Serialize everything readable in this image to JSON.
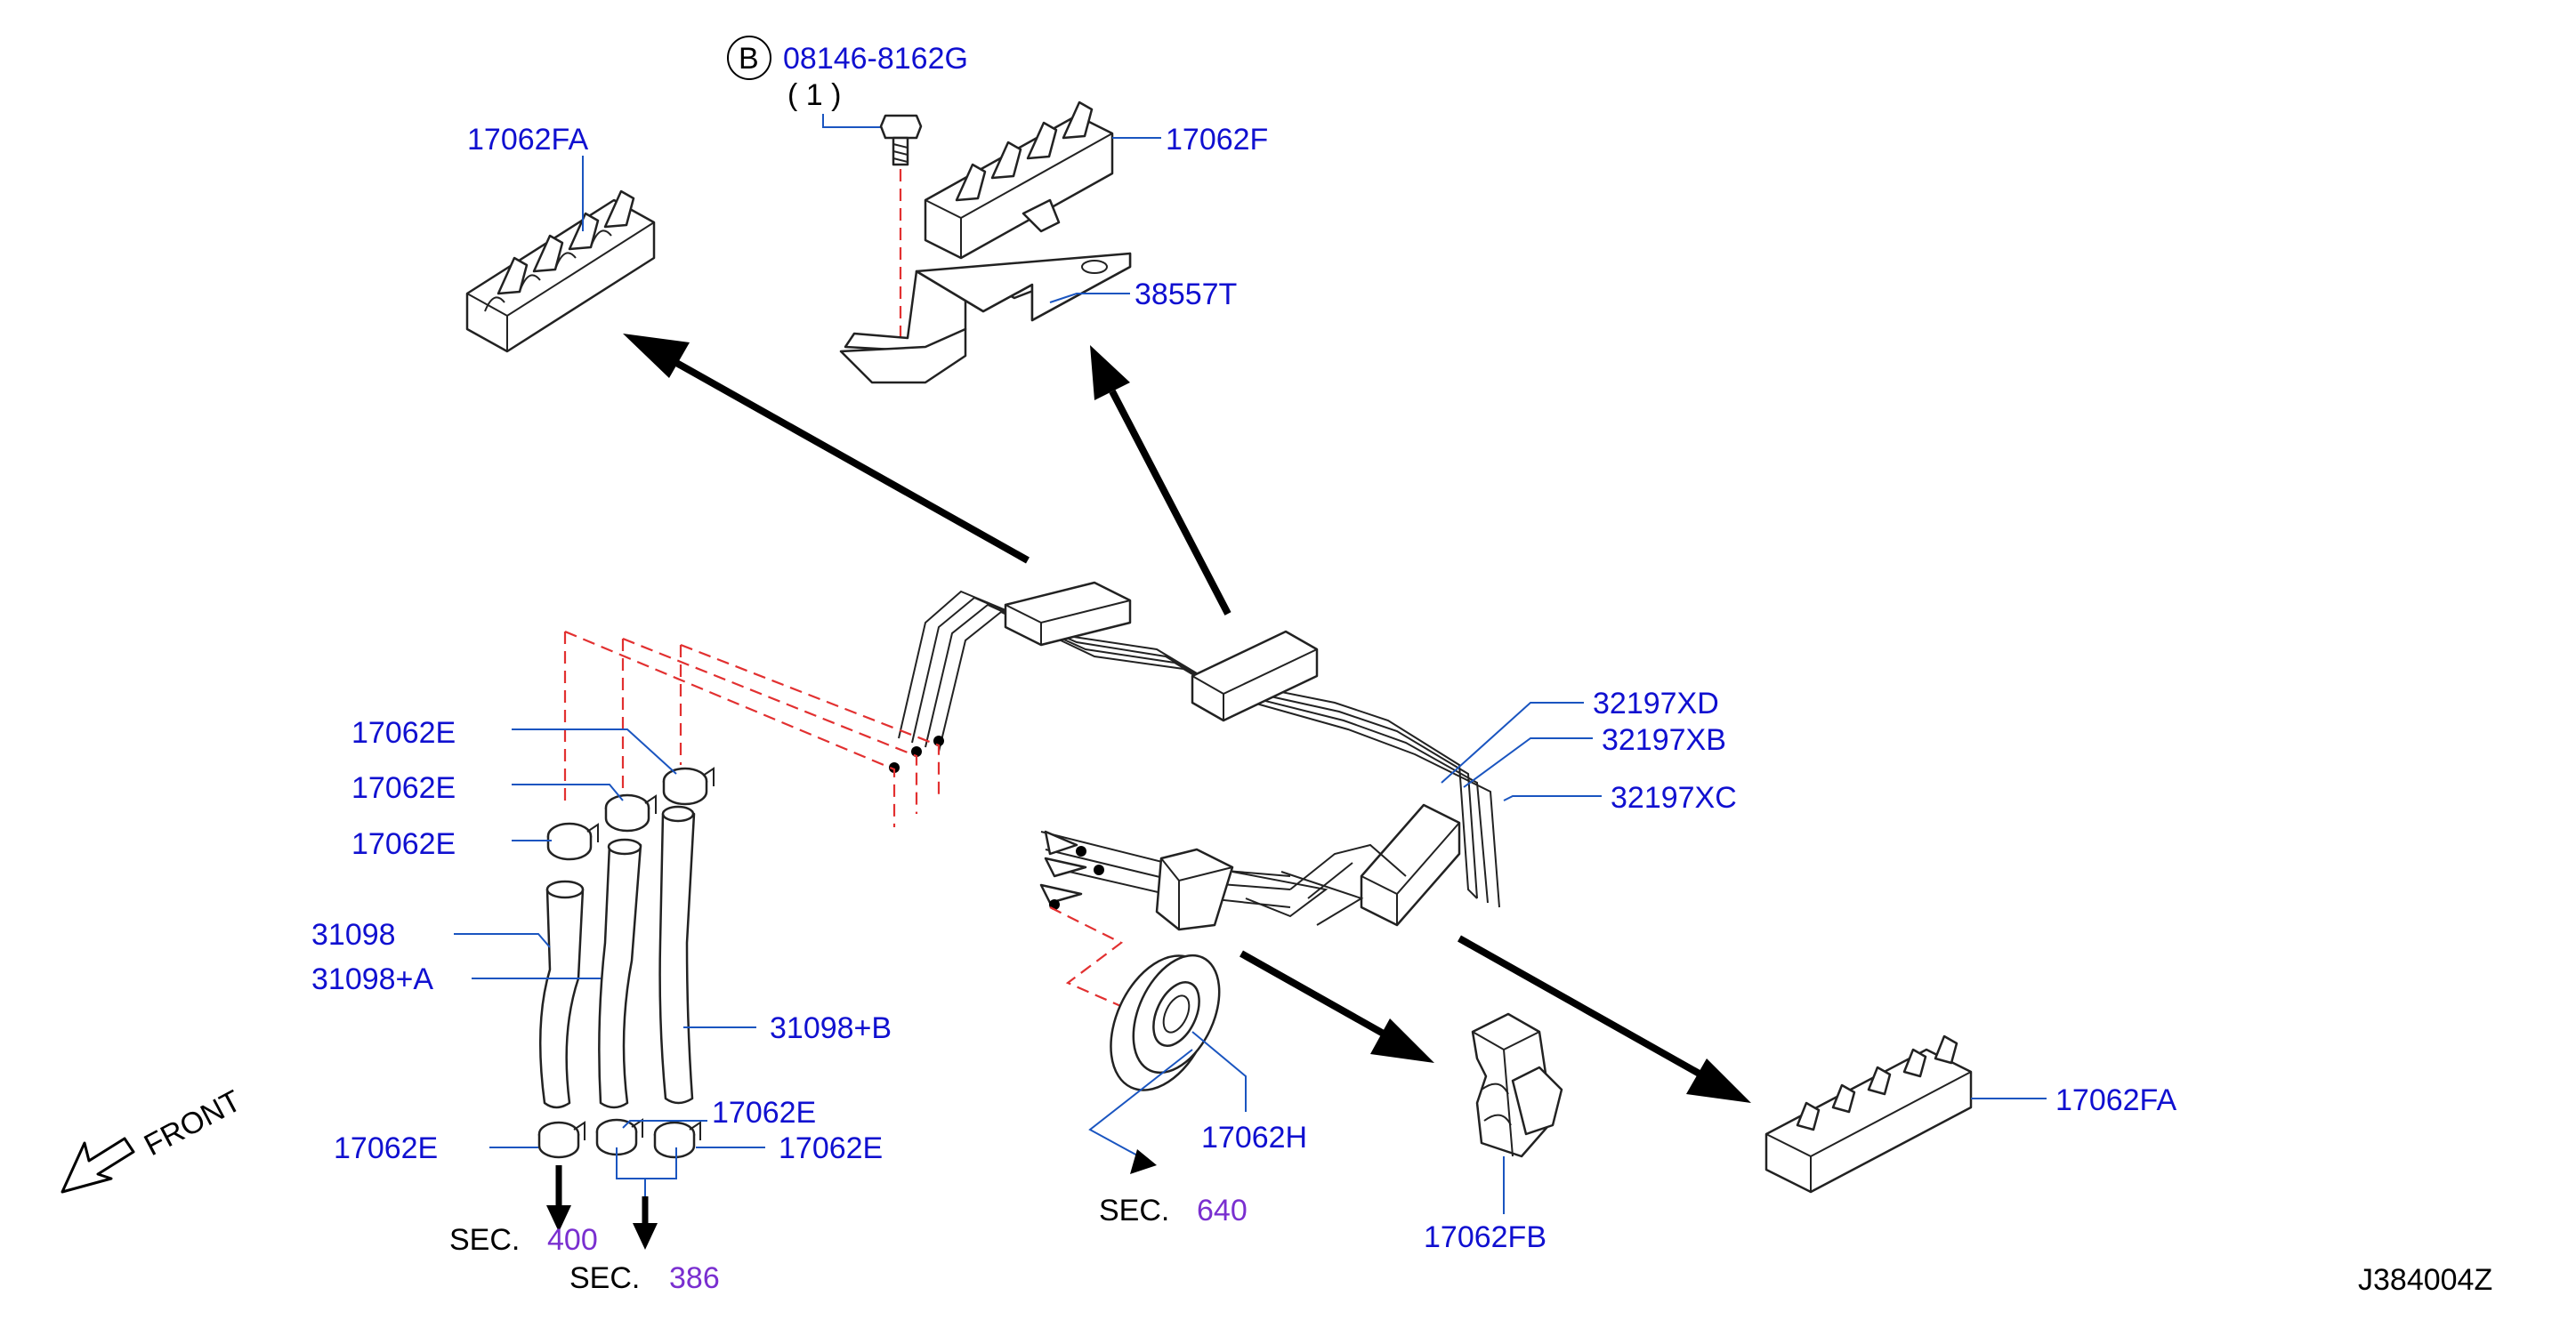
{
  "colors": {
    "label": "#1010d0",
    "leader": "#1a55c0",
    "dashed": "#e23030",
    "section_number": "#7a2fd0",
    "line": "#222222"
  },
  "labels": {
    "bolt_symbol": "B",
    "bolt_part": "08146-8162G",
    "bolt_qty": "( 1 )",
    "clip_fa_top": "17062FA",
    "clip_f": "17062F",
    "bracket": "38557T",
    "tube_xd": "32197XD",
    "tube_xb": "32197XB",
    "tube_xc": "32197XC",
    "clamp_e1": "17062E",
    "clamp_e2": "17062E",
    "clamp_e3": "17062E",
    "hose_a": "31098",
    "hose_b": "31098+A",
    "hose_c": "31098+B",
    "clamp_e4": "17062E",
    "clamp_e5": "17062E",
    "clamp_e6": "17062E",
    "grommet": "17062H",
    "clip_fb": "17062FB",
    "clip_fa_bottom": "17062FA",
    "front": "FRONT",
    "diagram_id": "J384004Z"
  },
  "sections": [
    {
      "prefix": "SEC.",
      "number": "400"
    },
    {
      "prefix": "SEC.",
      "number": "386"
    },
    {
      "prefix": "SEC.",
      "number": "640"
    }
  ]
}
